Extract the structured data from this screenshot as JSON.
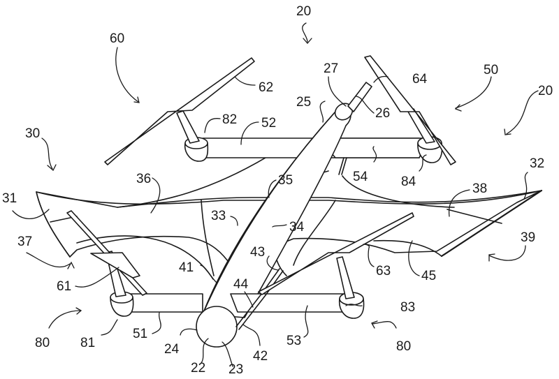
{
  "figure": {
    "type": "patent-line-drawing",
    "subject": "vertical takeoff aircraft with rotors and wing",
    "line_color": "#1a1a1a",
    "background": "#ffffff"
  },
  "labels": [
    {
      "id": "20a",
      "text": "20"
    },
    {
      "id": "20b",
      "text": "20"
    },
    {
      "id": "60",
      "text": "60"
    },
    {
      "id": "62",
      "text": "62"
    },
    {
      "id": "27",
      "text": "27"
    },
    {
      "id": "64",
      "text": "64"
    },
    {
      "id": "50",
      "text": "50"
    },
    {
      "id": "25",
      "text": "25"
    },
    {
      "id": "26",
      "text": "26"
    },
    {
      "id": "82",
      "text": "82"
    },
    {
      "id": "52",
      "text": "52"
    },
    {
      "id": "30",
      "text": "30"
    },
    {
      "id": "54",
      "text": "54"
    },
    {
      "id": "84",
      "text": "84"
    },
    {
      "id": "32",
      "text": "32"
    },
    {
      "id": "36",
      "text": "36"
    },
    {
      "id": "35",
      "text": "35"
    },
    {
      "id": "38",
      "text": "38"
    },
    {
      "id": "31",
      "text": "31"
    },
    {
      "id": "33",
      "text": "33"
    },
    {
      "id": "34",
      "text": "34"
    },
    {
      "id": "37",
      "text": "37"
    },
    {
      "id": "39",
      "text": "39"
    },
    {
      "id": "43",
      "text": "43"
    },
    {
      "id": "63",
      "text": "63"
    },
    {
      "id": "41",
      "text": "41"
    },
    {
      "id": "45",
      "text": "45"
    },
    {
      "id": "61",
      "text": "61"
    },
    {
      "id": "44",
      "text": "44"
    },
    {
      "id": "83",
      "text": "83"
    },
    {
      "id": "80a",
      "text": "80"
    },
    {
      "id": "81",
      "text": "81"
    },
    {
      "id": "51",
      "text": "51"
    },
    {
      "id": "53",
      "text": "53"
    },
    {
      "id": "80b",
      "text": "80"
    },
    {
      "id": "24",
      "text": "24"
    },
    {
      "id": "42",
      "text": "42"
    },
    {
      "id": "22",
      "text": "22"
    },
    {
      "id": "23",
      "text": "23"
    }
  ]
}
